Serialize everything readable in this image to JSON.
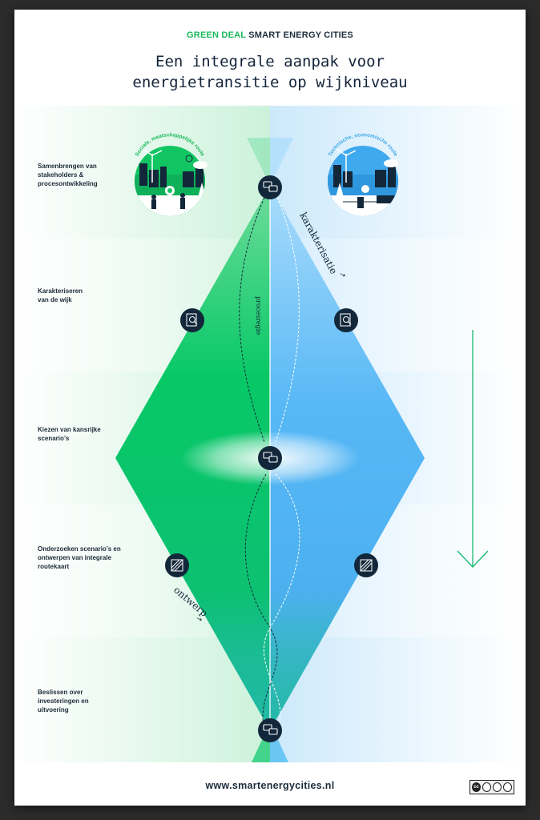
{
  "header": {
    "brand": "GREEN DEAL",
    "rest": " SMART ENERGY CITIES"
  },
  "title": {
    "line1": "Een integrale aanpak voor",
    "line2": "energietransitie op wijkniveau"
  },
  "routes": {
    "left": "Sociale, maatschappelijke route",
    "right": "Technische, economische route"
  },
  "steps": [
    {
      "label": "Samenbrengen van stakeholders & procesontwikkeling"
    },
    {
      "label": "Karakteriseren van de wijk"
    },
    {
      "label": "Kiezen van kansrijke scenario’s"
    },
    {
      "label": "Onderzoeken scenario’s en ontwerpen van integrale routekaart"
    },
    {
      "label": "Beslissen over investeringen en uitvoering"
    }
  ],
  "annotations": {
    "karakterisatie": "karakterisatie",
    "processregie": "procesregie",
    "ontwerp": "ontwerp"
  },
  "icons": {
    "dialogue": "chat-bubbles-icon",
    "analysis": "magnifier-document-icon",
    "design": "drawing-icon",
    "flow": "down-arrow-icon"
  },
  "colors": {
    "green": "#00c864",
    "blue": "#5ab8f5",
    "teal": "#1fb9a3",
    "navy": "#13273b",
    "brand_green": "#18b85a"
  },
  "footer": {
    "url": "www.smartenergycities.nl",
    "license": "cc"
  }
}
